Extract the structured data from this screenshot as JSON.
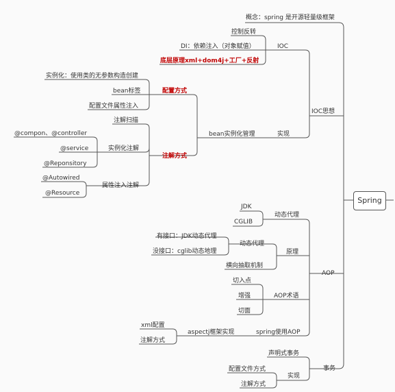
{
  "root": "Spring",
  "n": {
    "concept": "概念：spring 是开源轻量级框架",
    "ioc_thought": "IOC思想",
    "ioc": "IOC",
    "ioc_control": "控制反转",
    "ioc_di": "DI：依赖注入（对象赋值）",
    "ioc_low": "底层原理xml+dom4j+工厂+反射",
    "impl": "实现",
    "bean_mgmt": "bean实例化管理",
    "config_way": "配置方式",
    "cfg_instance": "实例化：使用类的无参数构造创建",
    "cfg_bean_tag": "bean标签",
    "cfg_prop": "配置文件属性注入",
    "anno_way": "注解方式",
    "anno_scan": "注解扫描",
    "anno_inst": "实例化注解",
    "anno_compon": "@compon、@controller",
    "anno_service": "@service",
    "anno_repo": "@Reponsitory",
    "anno_prop": "属性注入注解",
    "anno_autowired": "@Autowired",
    "anno_resource": "@Resource",
    "aop": "AOP",
    "aop_dyn": "动态代理",
    "aop_jdk": "JDK",
    "aop_cglib": "CGLIB",
    "aop_principle": "原理",
    "aop_dyn2": "动态代理",
    "aop_iface": "有接口：JDK动态代理",
    "aop_noiface": "没接口：cglib动态地理",
    "aop_horiz": "横向抽取机制",
    "aop_terms": "AOP术语",
    "aop_pointcut": "切入点",
    "aop_advice": "增强",
    "aop_aspect": "切面",
    "aop_spring": "spring使用AOP",
    "aop_aspectj": "aspectj框架实现",
    "aop_xml": "xml配置",
    "aop_anno": "注解方式",
    "tx": "事务",
    "tx_decl": "声明式事务",
    "tx_impl": "实现",
    "tx_cfg": "配置文件方式",
    "tx_anno": "注解方式"
  },
  "colors": {
    "line": "#555555",
    "emphasis": "#c00000",
    "text": "#333333"
  }
}
